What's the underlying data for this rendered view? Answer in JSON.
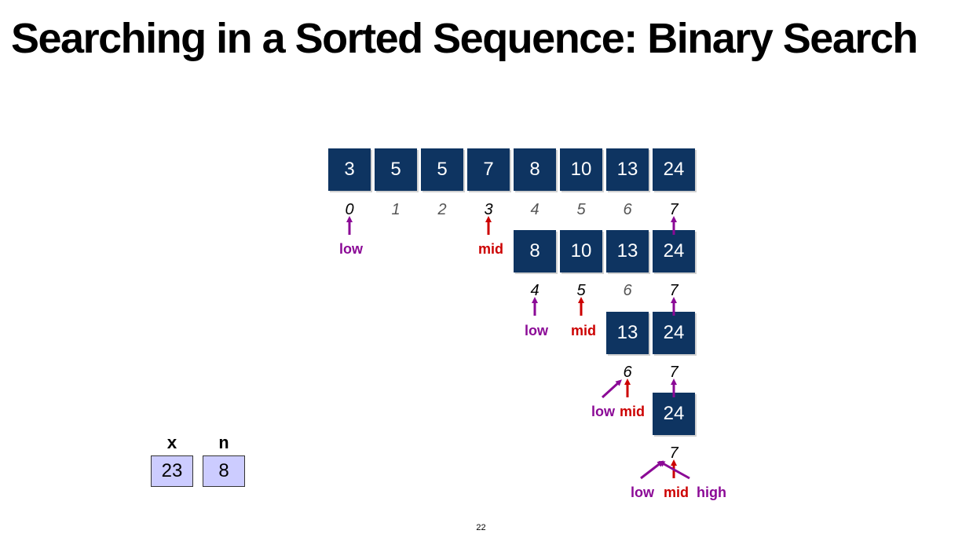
{
  "title": "Searching in a Sorted Sequence: Binary Search",
  "page_number": "22",
  "colors": {
    "cell": "#0e3461",
    "low_high": "#8b0a96",
    "mid": "#cc0000",
    "var_box": "#ccccff"
  },
  "array": {
    "values": [
      "3",
      "5",
      "5",
      "7",
      "8",
      "10",
      "13",
      "24"
    ],
    "indices": [
      "0",
      "1",
      "2",
      "3",
      "4",
      "5",
      "6",
      "7"
    ]
  },
  "steps": [
    {
      "start": 0,
      "active_indices": [
        0,
        3,
        7
      ],
      "pointers": {
        "low": 0,
        "mid": 3,
        "high": 7
      }
    },
    {
      "start": 4,
      "active_indices": [
        4,
        5,
        7
      ],
      "pointers": {
        "low": 4,
        "mid": 5,
        "high": 7
      }
    },
    {
      "start": 6,
      "active_indices": [
        6,
        7
      ],
      "pointers": {
        "low": 6,
        "mid": 6,
        "high": 7
      }
    },
    {
      "start": 7,
      "active_indices": [
        7
      ],
      "pointers": {
        "low": 7,
        "mid": 7,
        "high": 7
      }
    }
  ],
  "labels": {
    "low": "low",
    "mid": "mid",
    "high": "high"
  },
  "variables": [
    {
      "name": "x",
      "value": "23"
    },
    {
      "name": "n",
      "value": "8"
    }
  ]
}
